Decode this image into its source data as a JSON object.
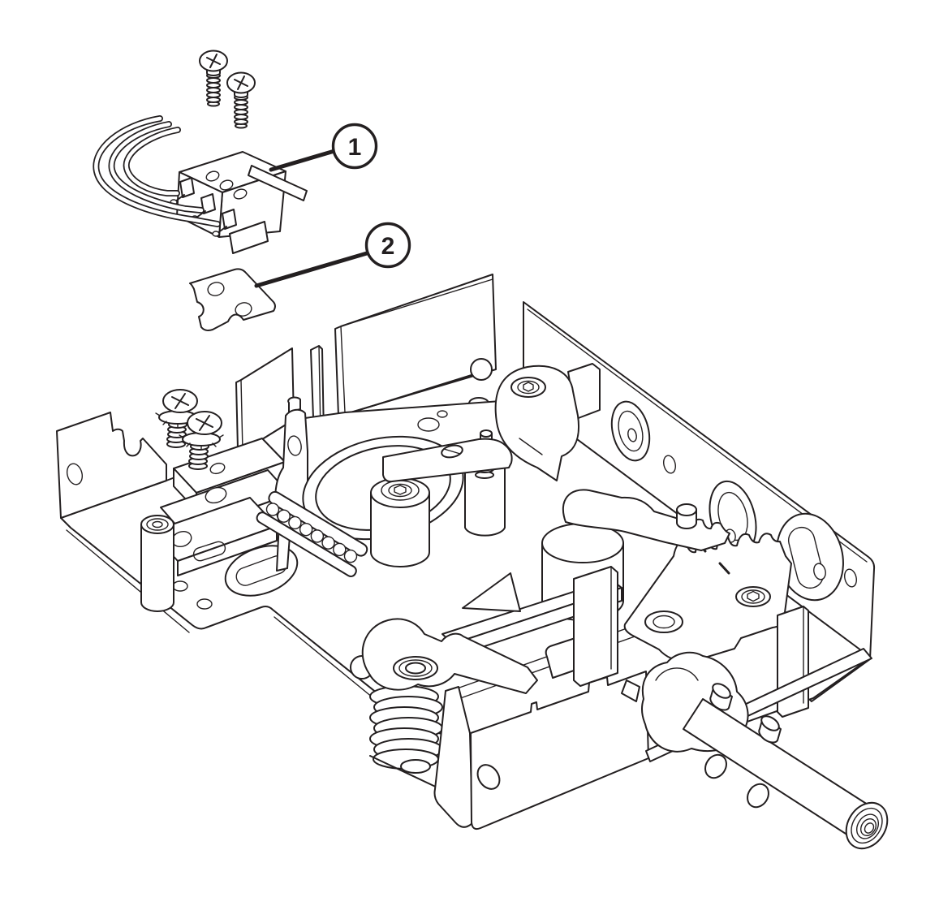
{
  "figure": {
    "kind": "exploded-parts-diagram",
    "style": {
      "background": "#ffffff",
      "line_color": "#231f20"
    },
    "callouts": [
      {
        "label": "1",
        "part": "micro-switch-with-wire-leads"
      },
      {
        "label": "2",
        "part": "switch-mounting-plate"
      }
    ],
    "parts": [
      "pan-head-screw-left",
      "pan-head-screw-right",
      "micro-switch-body",
      "switch-lever-blade",
      "wire-leads",
      "switch-mounting-plate",
      "chassis-base",
      "left-bracket-wall",
      "rear-wall-small",
      "rear-wall-large",
      "right-side-wall",
      "mounting-screws-with-lock-washers",
      "standoff-post",
      "slide-bracket",
      "ball-detent-strip",
      "ring-opening",
      "center-pivot-post",
      "drum-cylinder",
      "sector-gear-plate",
      "upper-lever-with-pin",
      "slotted-screw-lever",
      "cam-block",
      "bell-crank-lever",
      "coil-spring",
      "front-panel",
      "lobed-cam-with-fork",
      "output-shaft-threaded-bore"
    ]
  }
}
